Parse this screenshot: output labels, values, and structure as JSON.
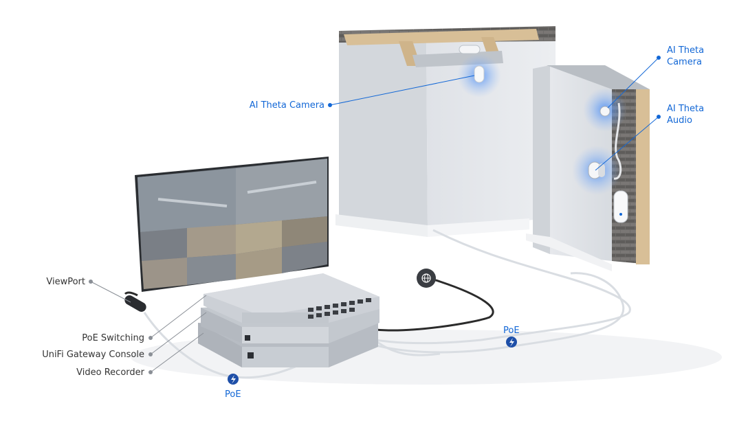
{
  "colors": {
    "accent": "#1267d6",
    "label_text": "#333333",
    "wall": "#e3e6ea",
    "device": "#c6cbd1",
    "cable_gray": "#d9dde2",
    "cable_dark": "#2b2b2b"
  },
  "labels": {
    "camera_ceiling": "AI Theta Camera",
    "camera_wall": "AI Theta\nCamera",
    "audio_wall": "AI Theta\nAudio",
    "viewport": "ViewPort",
    "poe_switching": "PoE Switching",
    "gateway_console": "UniFi Gateway Console",
    "video_recorder": "Video Recorder",
    "poe_bottom": "PoE",
    "poe_right": "PoE"
  },
  "icons": {
    "internet": "globe-icon",
    "poe": "lightning-bolt-icon"
  }
}
